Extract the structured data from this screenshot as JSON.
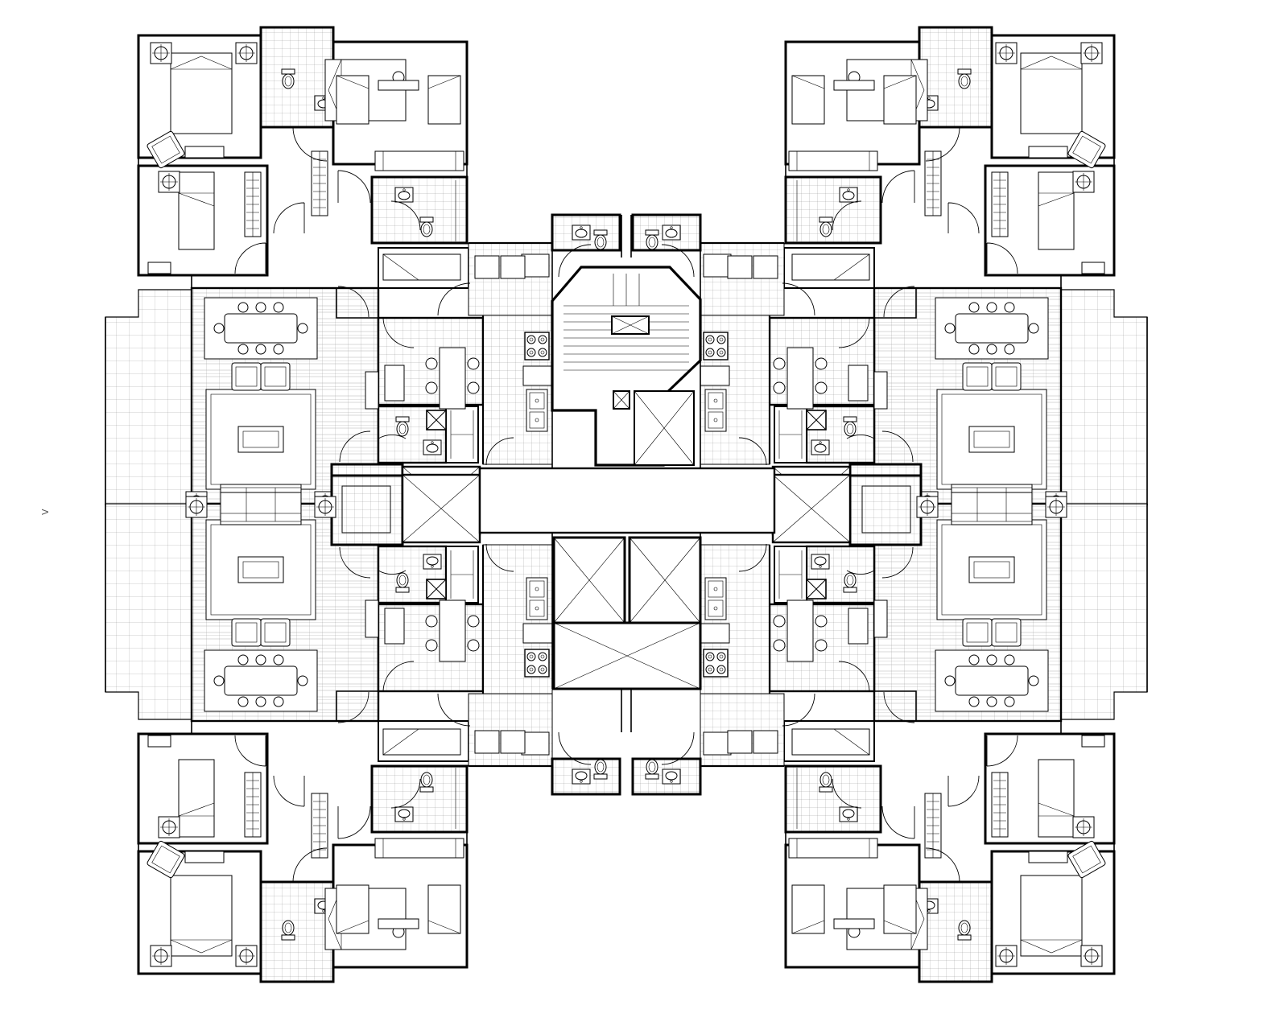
{
  "drawing": {
    "type": "architectural-floor-plan",
    "side_note": "Ⅴ"
  },
  "legend": {
    "unit_count": 8,
    "core": [
      "stairs",
      "elevators",
      "lobby"
    ]
  },
  "icons": {
    "bed": "bed-icon",
    "table": "dining-table-icon",
    "sofa": "sofa-icon",
    "toilet": "toilet-icon",
    "sink": "sink-icon",
    "stove": "stove-icon",
    "lamp": "lamp-icon",
    "elevator": "elevator-shaft-icon",
    "stair": "stair-icon"
  },
  "colors": {
    "line": "#000000",
    "background": "#ffffff"
  }
}
